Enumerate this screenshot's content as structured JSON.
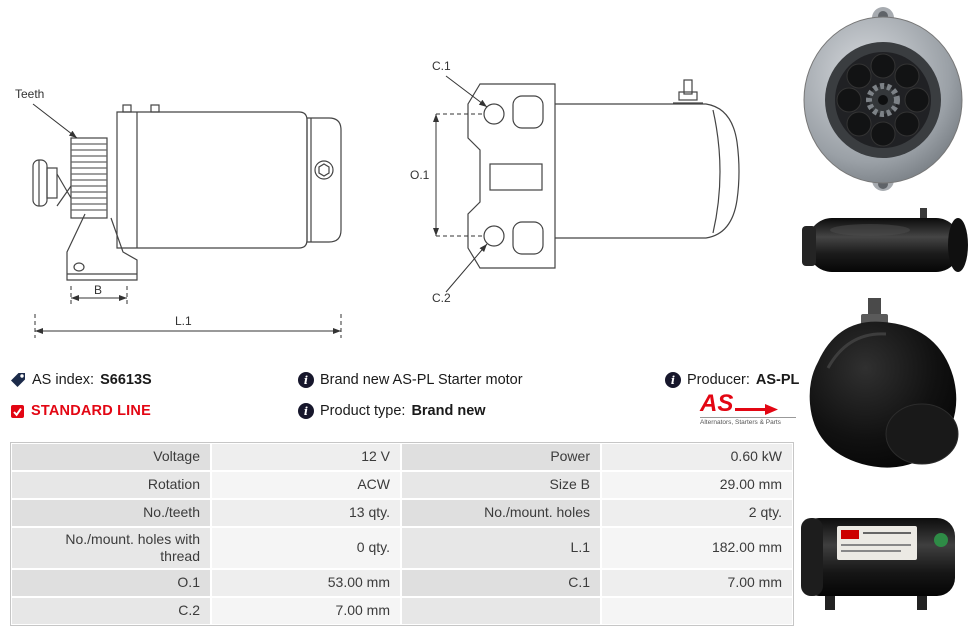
{
  "info": {
    "as_index_label": "AS index:",
    "as_index_value": "S6613S",
    "standard_line_label": "STANDARD LINE",
    "brand_new_text": "Brand new AS-PL Starter motor",
    "product_type_label": "Product type:",
    "product_type_value": "Brand new",
    "producer_label": "Producer:",
    "producer_value": "AS-PL"
  },
  "logo": {
    "brand": "AS",
    "tagline": "Alternators, Starters & Parts"
  },
  "icons": {
    "info_glyph": "i",
    "check_glyph": "✓"
  },
  "drawings": {
    "teeth_label": "Teeth",
    "dim_b": "B",
    "dim_l1": "L.1",
    "dim_c1": "C.1",
    "dim_o1": "O.1",
    "dim_c2": "C.2"
  },
  "colors": {
    "accent_red": "#e30613",
    "table_label_bg": "#e2e2e2",
    "table_value_bg": "#f1f1f1"
  },
  "spec_table": {
    "rows": [
      {
        "l1": "Voltage",
        "v1": "12 V",
        "l2": "Power",
        "v2": "0.60 kW"
      },
      {
        "l1": "Rotation",
        "v1": "ACW",
        "l2": "Size B",
        "v2": "29.00 mm"
      },
      {
        "l1": "No./teeth",
        "v1": "13 qty.",
        "l2": "No./mount. holes",
        "v2": "2 qty."
      },
      {
        "l1": "No./mount. holes with thread",
        "v1": "0 qty.",
        "l2": "L.1",
        "v2": "182.00 mm"
      },
      {
        "l1": "O.1",
        "v1": "53.00 mm",
        "l2": "C.1",
        "v2": "7.00 mm"
      },
      {
        "l1": "C.2",
        "v1": "7.00 mm",
        "l2": "",
        "v2": ""
      }
    ]
  }
}
